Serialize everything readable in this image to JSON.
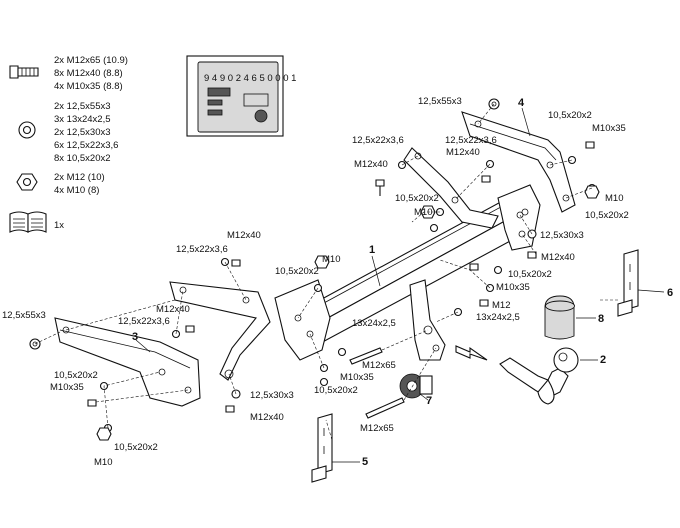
{
  "legend": {
    "bolts": [
      "2x   M12x65 (10.9)",
      "8x   M12x40 (8.8)",
      "4x   M10x35 (8.8)"
    ],
    "washers": [
      "2x   12,5x55x3",
      "3x   13x24x2,5",
      "2x   12,5x30x3",
      "6x   12,5x22x3,6",
      "8x   10,5x20x2"
    ],
    "nuts": [
      "2x   M12 (10)",
      "4x   M10 (8)"
    ],
    "manual": "1x"
  },
  "label_card": {
    "code": "9 4 9 0 2 4 6 5 0 0 0 1"
  },
  "parts": {
    "p1": "1",
    "p2": "2",
    "p3": "3",
    "p4": "4",
    "p5": "5",
    "p6": "6",
    "p7": "7",
    "p8": "8"
  },
  "callouts": {
    "c01": "12,5x55x3",
    "c02": "10,5x20x2",
    "c03": "M10x35",
    "c04": "12,5x22x3,6",
    "c05": "M12x40",
    "c06": "12,5x22x3,6",
    "c07": "M12x40",
    "c08": "M10",
    "c09": "10,5x20x2",
    "c10": "10,5x20x2",
    "c11": "M10",
    "c12": "12,5x30x3",
    "c13": "M12x40",
    "c14": "M12x40",
    "c15": "12,5x22x3,6",
    "c16": "M10",
    "c17": "10,5x20x2",
    "c18": "10,5x20x2",
    "c19": "M10x35",
    "c20": "M12",
    "c21": "13x24x2,5",
    "c22": "12,5x55x3",
    "c23": "M12x40",
    "c24": "12,5x22x3,6",
    "c25": "10,5x20x2",
    "c26": "M10x35",
    "c27": "13x24x2,5",
    "c28": "M12x65",
    "c29": "M10x35",
    "c30": "10,5x20x2",
    "c31": "12,5x30x3",
    "c32": "M12x40",
    "c33": "M10",
    "c34": "10,5x20x2",
    "c35": "M12x65"
  }
}
